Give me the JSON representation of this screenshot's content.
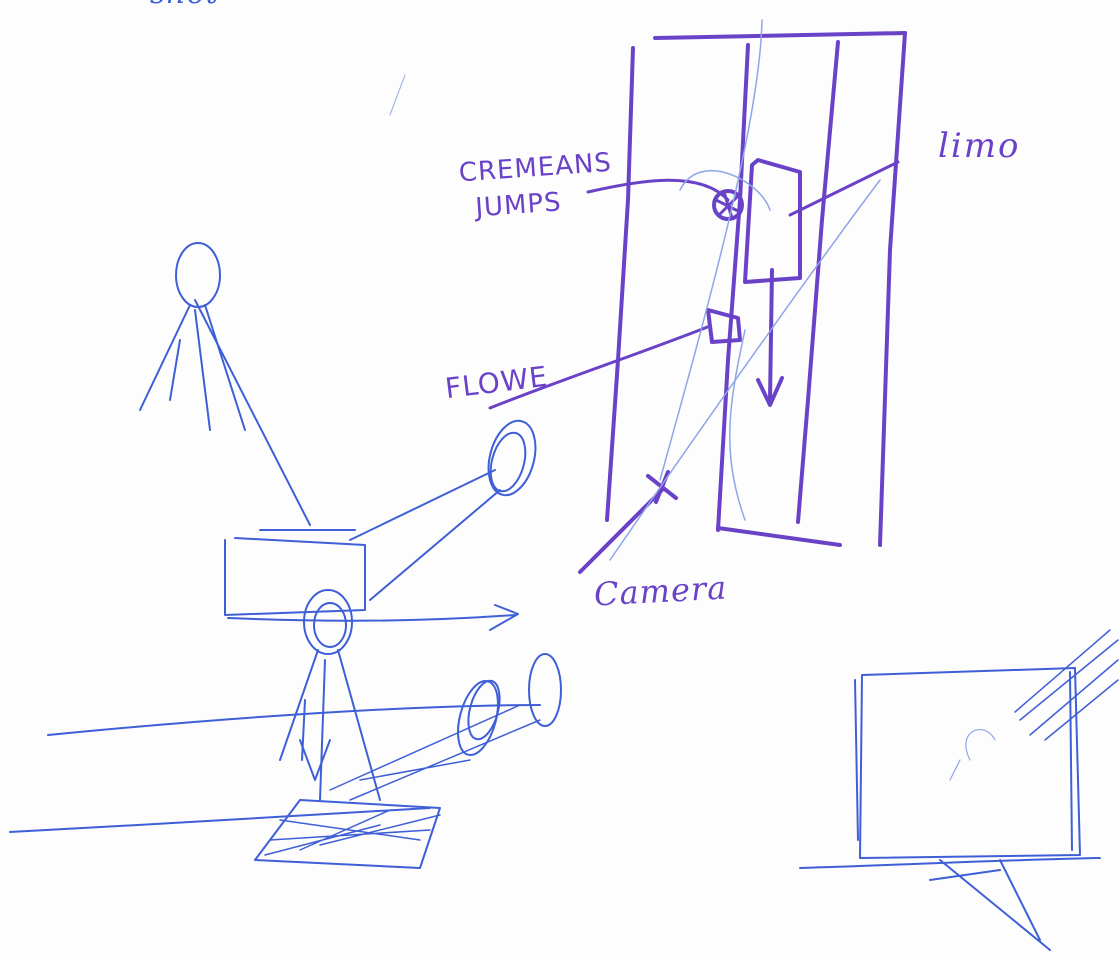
{
  "labels": {
    "top_cut": "shot",
    "cremeans_line1": "CREMEANS",
    "cremeans_line2": "JUMPS",
    "limo": "limo",
    "flowe": "FLOWE",
    "camera": "Camera"
  },
  "colors": {
    "ink_blue": "#3f5fd6",
    "ink_violet": "#6a42c8",
    "paper": "#fdfdfe"
  }
}
